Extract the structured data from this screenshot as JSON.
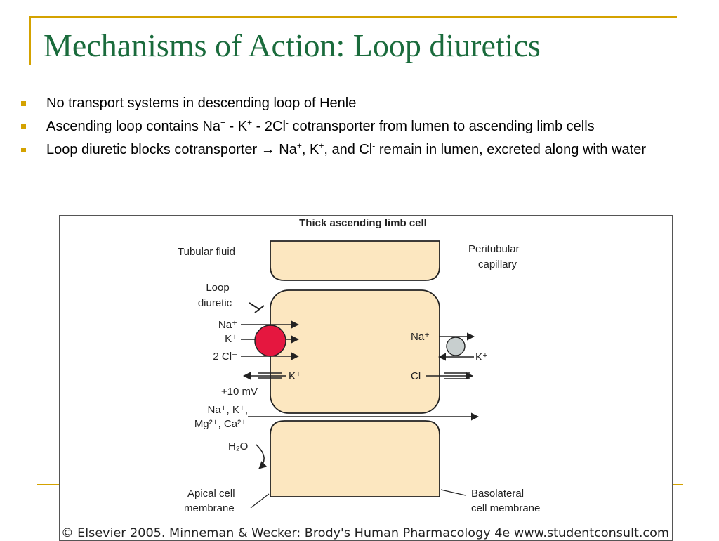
{
  "slide": {
    "title": "Mechanisms of  Action:  Loop diuretics",
    "bullets": [
      {
        "parts": [
          {
            "t": "No transport systems in descending loop of Henle"
          }
        ]
      },
      {
        "parts": [
          {
            "t": "Ascending loop contains Na"
          },
          {
            "t": "+",
            "sup": true
          },
          {
            "t": " - K"
          },
          {
            "t": "+",
            "sup": true
          },
          {
            "t": " - 2Cl"
          },
          {
            "t": "-",
            "sup": true
          },
          {
            "t": " cotransporter from lumen to ascending limb cells"
          }
        ]
      },
      {
        "parts": [
          {
            "t": "Loop diuretic blocks cotransporter "
          },
          {
            "t": "→"
          },
          {
            "t": " Na"
          },
          {
            "t": "+",
            "sup": true
          },
          {
            "t": ", K"
          },
          {
            "t": "+",
            "sup": true
          },
          {
            "t": ", and Cl"
          },
          {
            "t": "-",
            "sup": true
          },
          {
            "t": " remain in lumen, excreted along with water"
          }
        ]
      }
    ]
  },
  "figure": {
    "heading": "Thick ascending limb cell",
    "tubular_fluid": "Tubular fluid",
    "peritubular": [
      "Peritubular",
      "capillary"
    ],
    "loop_diuretic": [
      "Loop",
      "diuretic"
    ],
    "cotransport_ions": [
      "Na⁺",
      "K⁺",
      "2 Cl⁻"
    ],
    "k_channel": "K⁺",
    "baso_na": "Na⁺",
    "baso_k": "K⁺",
    "baso_cl": "Cl⁻",
    "voltage": "+10 mV",
    "paracellular": [
      "Na⁺, K⁺,",
      "Mg²⁺, Ca²⁺"
    ],
    "water": "H₂O",
    "apical": [
      "Apical cell",
      "membrane"
    ],
    "basolateral": [
      "Basolateral",
      "cell membrane"
    ],
    "credit": "© Elsevier 2005. Minneman & Wecker: Brody's Human Pharmacology 4e www.studentconsult.com",
    "colors": {
      "cell_fill": "#fce7c0",
      "cell_stroke": "#222222",
      "cotransporter": "#e5173f",
      "pump": "#c8cfcf"
    }
  }
}
